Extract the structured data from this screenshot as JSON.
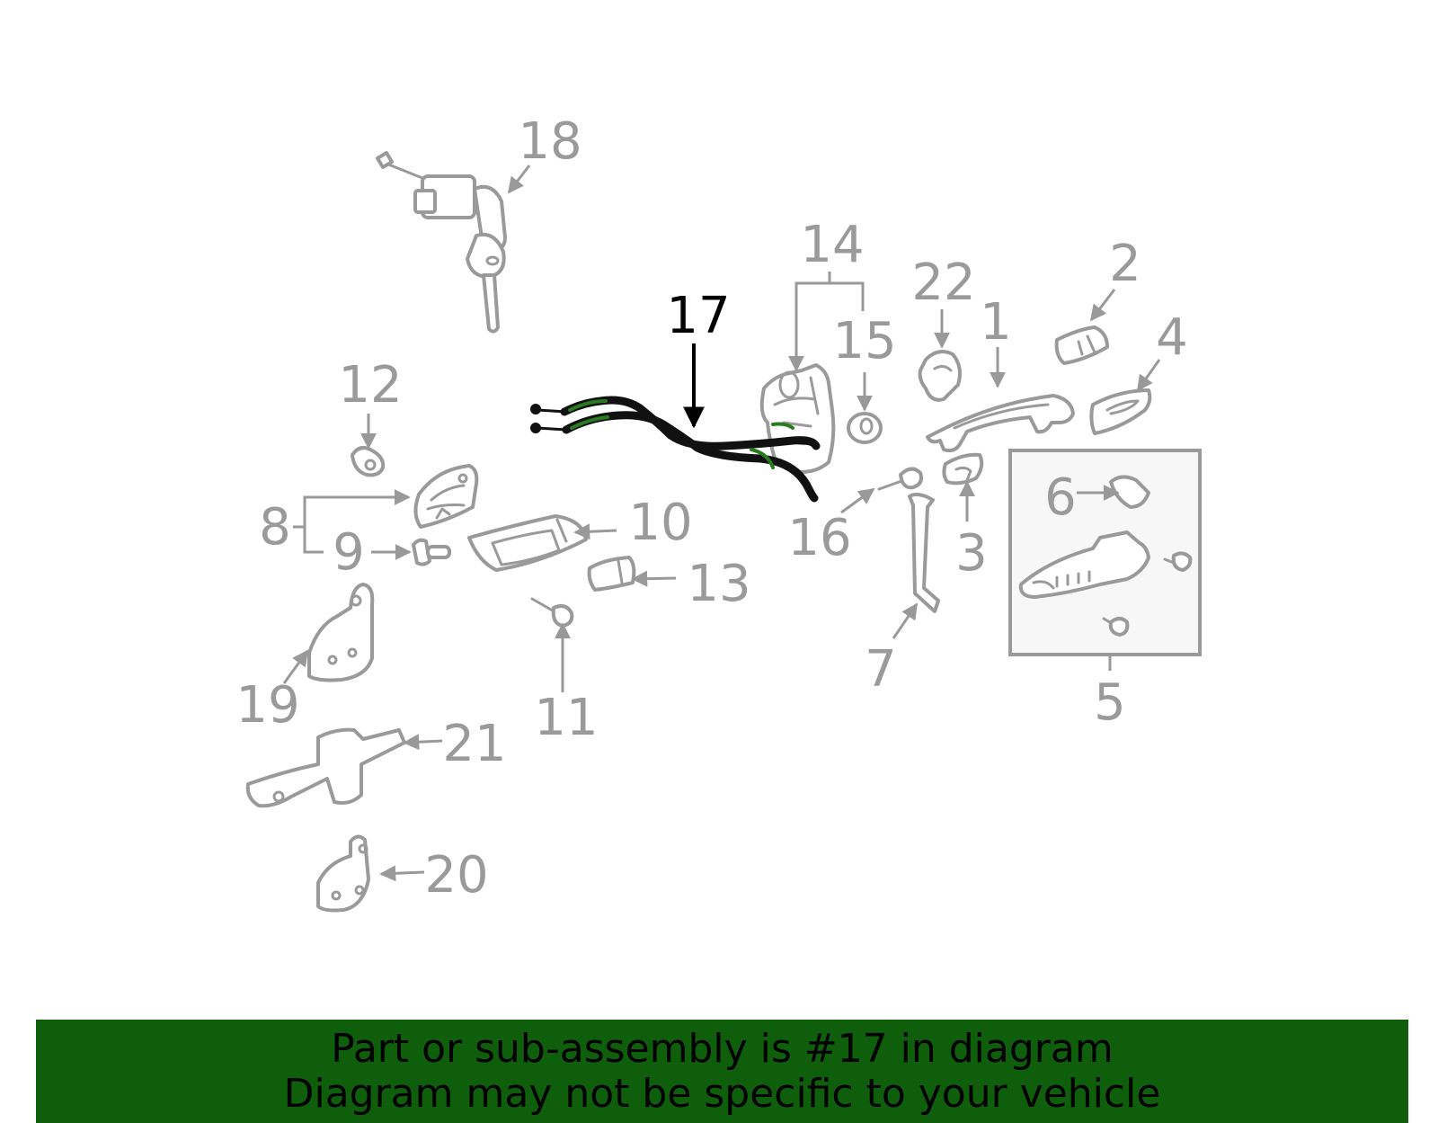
{
  "diagram": {
    "highlighted_part": "17",
    "colors": {
      "parts": "#9a9a9a",
      "highlight": "#000000",
      "cable_accent": "#2a7a1f",
      "banner": "#0f5e0c"
    },
    "callouts": {
      "c1": "1",
      "c2": "2",
      "c3": "3",
      "c4": "4",
      "c5": "5",
      "c6": "6",
      "c7": "7",
      "c8": "8",
      "c9": "9",
      "c10": "10",
      "c11": "11",
      "c12": "12",
      "c13": "13",
      "c14": "14",
      "c15": "15",
      "c16": "16",
      "c17": "17",
      "c18": "18",
      "c19": "19",
      "c20": "20",
      "c21": "21",
      "c22": "22"
    }
  },
  "banner": {
    "line1": "Part or sub-assembly is #17 in diagram",
    "line2": "Diagram may not be specific to your vehicle"
  }
}
